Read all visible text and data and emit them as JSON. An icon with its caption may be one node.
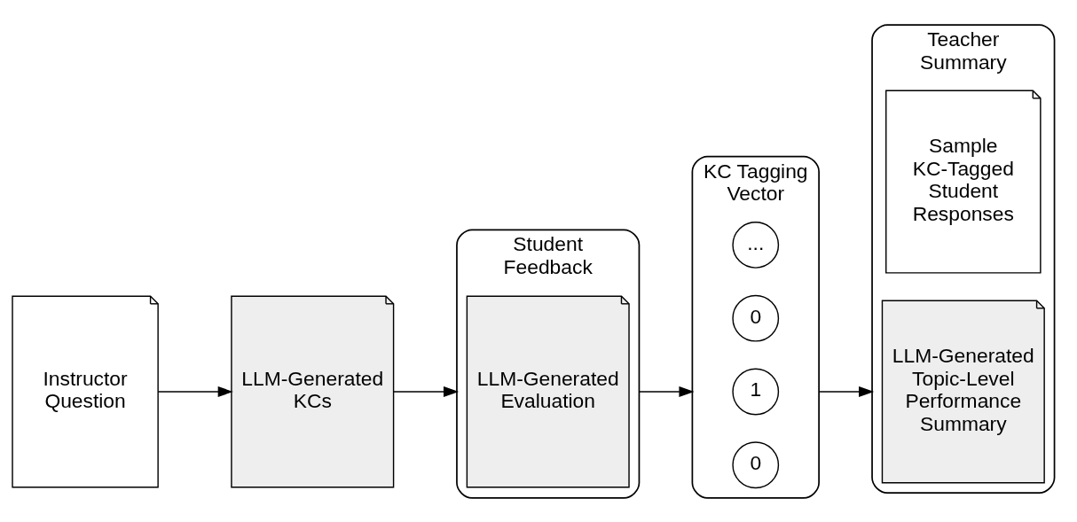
{
  "diagram": {
    "nodes": [
      {
        "text": [
          "Instructor Question"
        ]
      },
      {
        "text": [
          "LLM-Generated KCs"
        ]
      },
      {
        "text": [
          "Student Feedback"
        ]
      },
      {
        "text": [
          "LLM-Generated Evaluation"
        ],
        "in": 2
      },
      {
        "text": [
          "KC Tagging Vector"
        ]
      },
      {
        "text": [
          "0"
        ],
        "in": 4
      },
      {
        "text": [
          "1"
        ],
        "in": 4
      },
      {
        "text": [
          "0"
        ],
        "in": 4
      },
      {
        "text": [
          "..."
        ],
        "in": 4
      },
      {
        "text": [
          "Teacher Summary"
        ]
      },
      {
        "text": [
          "LLM-Generated Topic-Level Performance Summary"
        ],
        "in": 9
      },
      {
        "text": [
          "Sample KC-Tagged Student Responses"
        ],
        "in": 9
      }
    ],
    "edges": [
      {
        "from": 0,
        "to": 1,
        "arrow": "to"
      },
      {
        "from": 1,
        "to": 2,
        "arrow": "to"
      },
      {
        "from": 2,
        "to": 4,
        "arrow": "to"
      },
      {
        "from": 4,
        "to": 9,
        "arrow": "to"
      }
    ]
  }
}
